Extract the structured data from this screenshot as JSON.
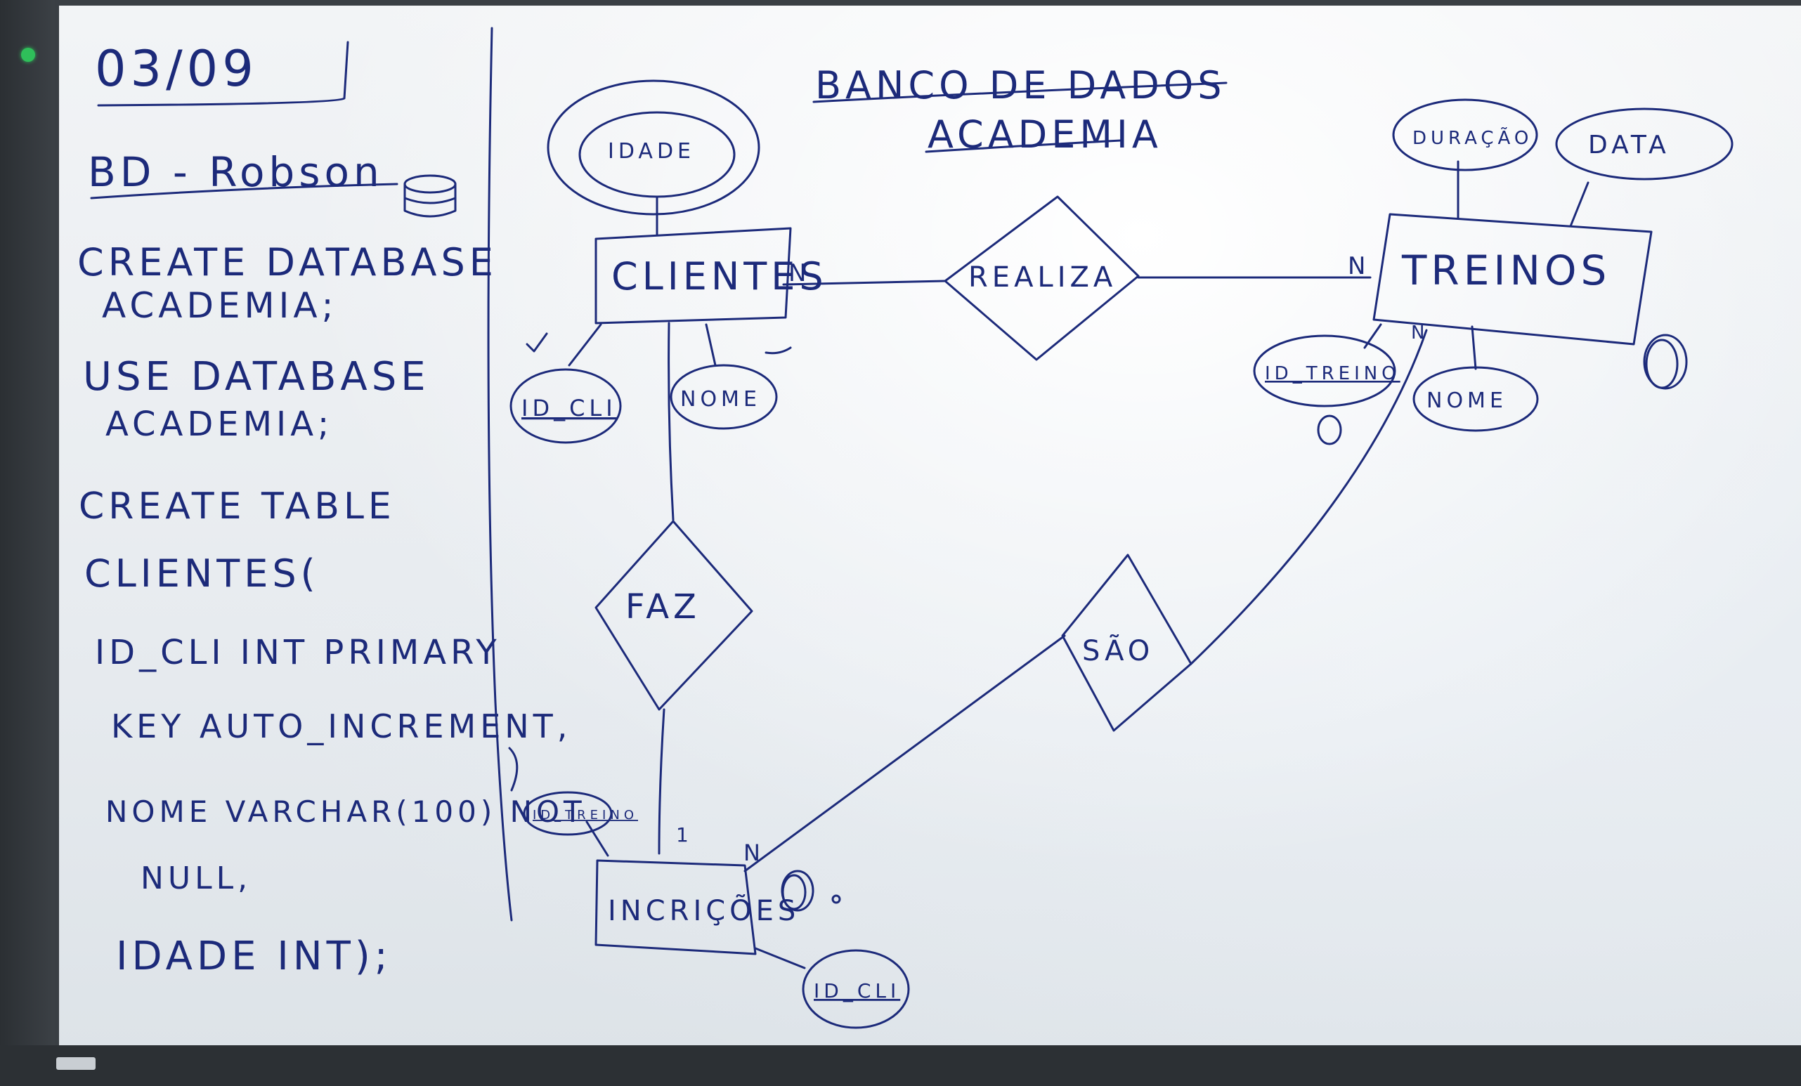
{
  "board": {
    "date": "03/09",
    "course": "BD - Robson",
    "title_line1": "BANCO DE DADOS",
    "title_line2": "ACADEMIA"
  },
  "sql_notes": [
    "CREATE DATABASE",
    "ACADEMIA;",
    "USE DATABASE",
    "ACADEMIA;",
    "CREATE TABLE",
    "CLIENTES(",
    "ID_CLI INT PRIMARY",
    "KEY AUTO_INCREMENT,",
    "NOME VARCHAR(100) NOT",
    "NULL,",
    "IDADE INT);"
  ],
  "diagram": {
    "entity_clientes": "CLIENTES",
    "entity_treinos": "TREINOS",
    "entity_incricoes": "INCRIÇÕES",
    "rel_realiza": "REALIZA",
    "rel_faz": "FAZ",
    "rel_sao": "SÃO",
    "attr_idade": "IDADE",
    "attr_id_cli": "ID_CLI",
    "attr_nome_cli": "NOME",
    "attr_duracao": "DURAÇÃO",
    "attr_data": "DATA",
    "attr_id_treino": "ID_TREINO",
    "attr_nome_treino": "NOME",
    "attr_id_treino_insc": "ID_TREINO",
    "attr_id_cli_insc": "ID_CLI",
    "card_cli_realiza": "N",
    "card_treinos_realiza": "N",
    "card_treinos_sao": "N",
    "card_insc_faz": "1",
    "card_insc_sao": "N"
  },
  "colors": {
    "ink": "#1c2a7a",
    "board": "#eef1f4",
    "frame": "#2c3034",
    "led": "#2fbf5a"
  }
}
